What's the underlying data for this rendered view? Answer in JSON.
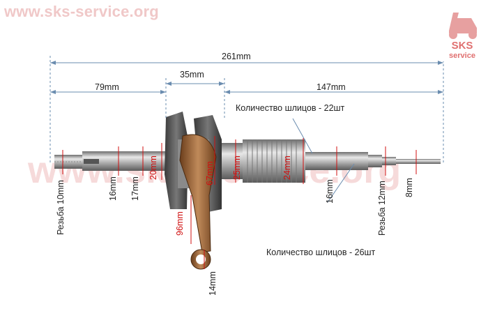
{
  "watermark": {
    "site": "www.sks-service.org"
  },
  "logo": {
    "line1": "SKS",
    "line2": "service",
    "color": "#e07070"
  },
  "dimensions": {
    "total_length": "261mm",
    "left_length": "79mm",
    "crank_width": "35mm",
    "right_length": "147mm",
    "thread_left": "Резьба 10mm",
    "d16_left": "16mm",
    "d17_left": "17mm",
    "d20": "20mm",
    "d25": "25mm",
    "d24": "24mm",
    "d67": "67mm",
    "d96": "96mm",
    "d14": "14mm",
    "d16_right": "16mm",
    "thread_right": "Резьба 12mm",
    "d8": "8mm"
  },
  "annotations": {
    "splines_22": "Количество шлицов - 22шт",
    "splines_26": "Количество шлицов - 26шт"
  },
  "colors": {
    "dimension_line": "#6a8caf",
    "red_label": "#d01010",
    "metal": "#a0a0a0",
    "rust": "#8a5a2a"
  }
}
